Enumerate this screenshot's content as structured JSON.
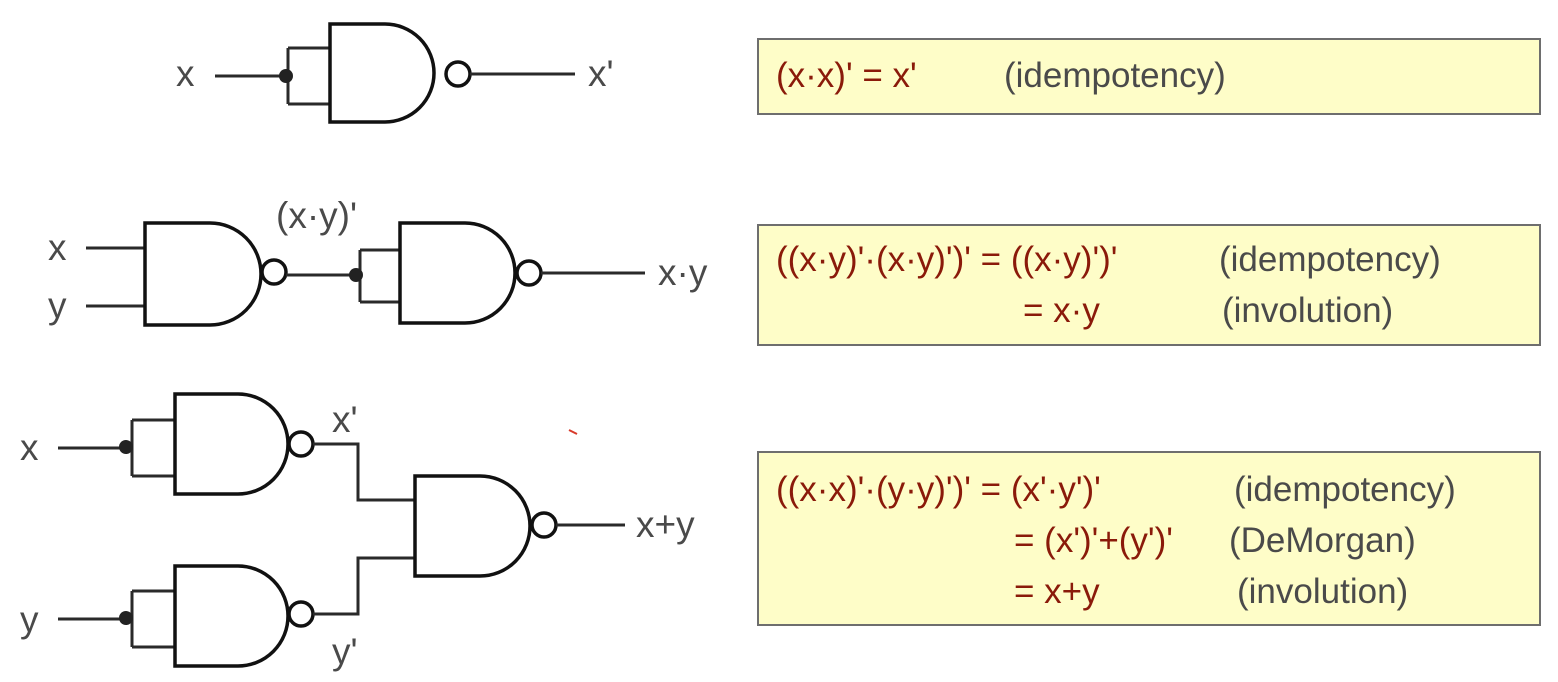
{
  "colors": {
    "equation": "#8a1a0a",
    "law": "#4a4a4a",
    "box_fill": "#fefdc8",
    "box_border": "#6e6e6e",
    "gate_stroke": "#111111",
    "annotation": "#d83a2a"
  },
  "circuits": {
    "not": {
      "input": "x",
      "output": "x'"
    },
    "and": {
      "input_x": "x",
      "input_y": "y",
      "middle": "(x·y)'",
      "output": "x·y"
    },
    "or": {
      "input_x": "x",
      "input_y": "y",
      "mid_x": "x'",
      "mid_y": "y'",
      "output": "x+y"
    }
  },
  "equations": {
    "box1": {
      "lines": [
        {
          "expr": "(x·x)' = x'",
          "law": "(idempotency)"
        }
      ]
    },
    "box2": {
      "lines": [
        {
          "expr": "((x·y)'·(x·y)')' = ((x·y)')'",
          "law": "(idempotency)"
        },
        {
          "expr": "= x·y",
          "law": "(involution)"
        }
      ]
    },
    "box3": {
      "lines": [
        {
          "expr": "((x·x)'·(y·y)')' = (x'·y')'",
          "law": "(idempotency)"
        },
        {
          "expr": "= (x')'+(y')'",
          "law": "(DeMorgan)"
        },
        {
          "expr": "= x+y",
          "law": "(involution)"
        }
      ]
    }
  }
}
